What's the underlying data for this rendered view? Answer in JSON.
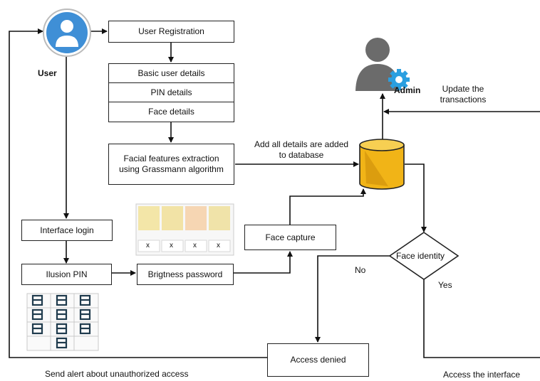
{
  "diagram": {
    "user_label": "User",
    "admin_label": "Admin",
    "nodes": {
      "user_registration": "User Registration",
      "basic_user_details": "Basic user details",
      "pin_details": "PIN details",
      "face_details": "Face details",
      "facial_features_line1": "Facial features extraction",
      "facial_features_line2": "using Grassmann algorithm",
      "interface_login": "Interface login",
      "illusion_pin": "Ilusion PIN",
      "brightness_password": "Brigtness password",
      "face_capture": "Face capture",
      "face_identity": "Face identity",
      "access_denied": "Access denied"
    },
    "labels": {
      "add_details_line1": "Add all details are added",
      "add_details_line2": "to database",
      "update_line1": "Update the",
      "update_line2": "transactions",
      "no": "No",
      "yes": "Yes",
      "send_alert": "Send alert about unauthorized access",
      "access_interface": "Access the interface"
    },
    "brightness_swatches": [
      "#f3e6a8",
      "#f2e3a6",
      "#f6d6b3",
      "#f0e3a9"
    ],
    "brightness_key": "x",
    "colors": {
      "user_icon": "#3f8fd6",
      "admin_gear": "#2a9fe0",
      "database_fill": "#f1b417",
      "pin_grid": "#1f3b4d"
    }
  }
}
